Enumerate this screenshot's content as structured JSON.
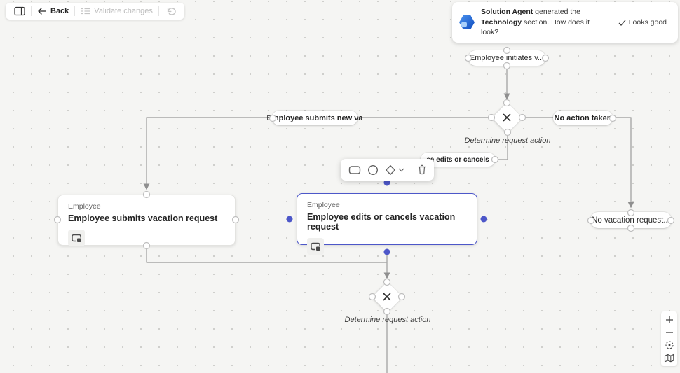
{
  "header": {
    "back": "Back",
    "validate": "Validate changes"
  },
  "toast": {
    "agent_name": "Solution Agent",
    "text_mid": " generated the ",
    "section_name": "Technology",
    "text_end": " section. How does it look?",
    "confirm": "Looks good"
  },
  "flow": {
    "start_node": "Employee initiates v...",
    "decision1": "Determine request action",
    "decision2": "Determine request action",
    "edge_submits": "Employee submits new va",
    "edge_no_action": "No action taken",
    "edge_edits": "ee edits or cancels",
    "end_node": "No vacation request...",
    "card1": {
      "role": "Employee",
      "title": "Employee submits vacation request"
    },
    "card2": {
      "role": "Employee",
      "title": "Employee edits or cancels vacation request"
    }
  },
  "colors": {
    "selection": "#4d57c9",
    "wire": "#a8a8a8",
    "canvas_bg": "#f5f5f3"
  }
}
